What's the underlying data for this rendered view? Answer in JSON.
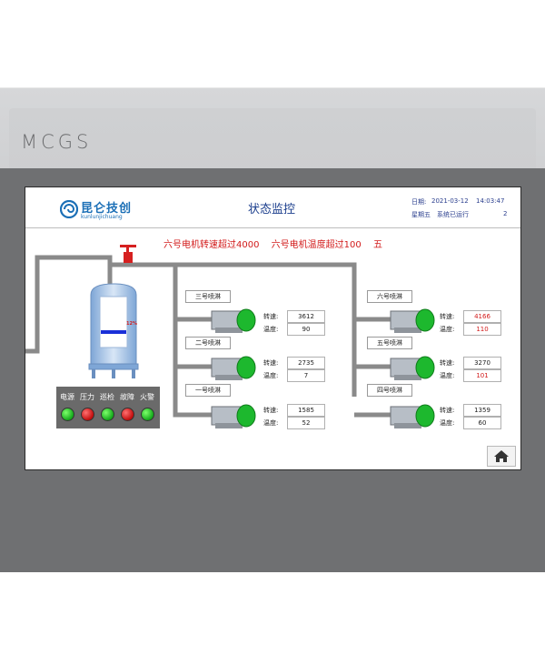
{
  "device": {
    "brand": "MCGS"
  },
  "header": {
    "logo_name": "昆仑技创",
    "logo_sub": "kunlunjichuang",
    "title": "状态监控",
    "date_label": "日期:",
    "date_value": "2021-03-12",
    "time_value": "14:03:47",
    "weekday": "星期五",
    "system_status": "系统已运行",
    "run_count": "2"
  },
  "alarm": {
    "messages": [
      "六号电机转速超过4000",
      "六号电机温度超过100",
      "五"
    ]
  },
  "tank": {
    "level_label": "12%",
    "level_fraction": 0.12
  },
  "status_panel": {
    "items": [
      {
        "label": "电源",
        "state": "on"
      },
      {
        "label": "压力",
        "state": "alarm"
      },
      {
        "label": "巡检",
        "state": "on"
      },
      {
        "label": "故障",
        "state": "alarm"
      },
      {
        "label": "火警",
        "state": "on"
      }
    ]
  },
  "readout_labels": {
    "speed": "转速:",
    "temp": "温度:"
  },
  "sprinklers": [
    {
      "name": "三号喷淋",
      "speed": "3612",
      "temp": "90",
      "alarm": false
    },
    {
      "name": "二号喷淋",
      "speed": "2735",
      "temp": "7",
      "alarm": false
    },
    {
      "name": "一号喷淋",
      "speed": "1585",
      "temp": "52",
      "alarm": false
    },
    {
      "name": "六号喷淋",
      "speed": "4166",
      "temp": "110",
      "alarm": true
    },
    {
      "name": "五号喷淋",
      "speed": "3270",
      "temp": "101",
      "alarm": "temp"
    },
    {
      "name": "四号喷淋",
      "speed": "1359",
      "temp": "60",
      "alarm": false
    }
  ],
  "colors": {
    "alarm_red": "#d21b1b",
    "title_blue": "#1a3d8c",
    "motor_green": "#1db82e",
    "pipe_gray": "#8a8a8a",
    "valve_red": "#d62020"
  },
  "icons": {
    "home": "home-icon",
    "valve": "valve-icon",
    "logo": "logo-icon"
  }
}
